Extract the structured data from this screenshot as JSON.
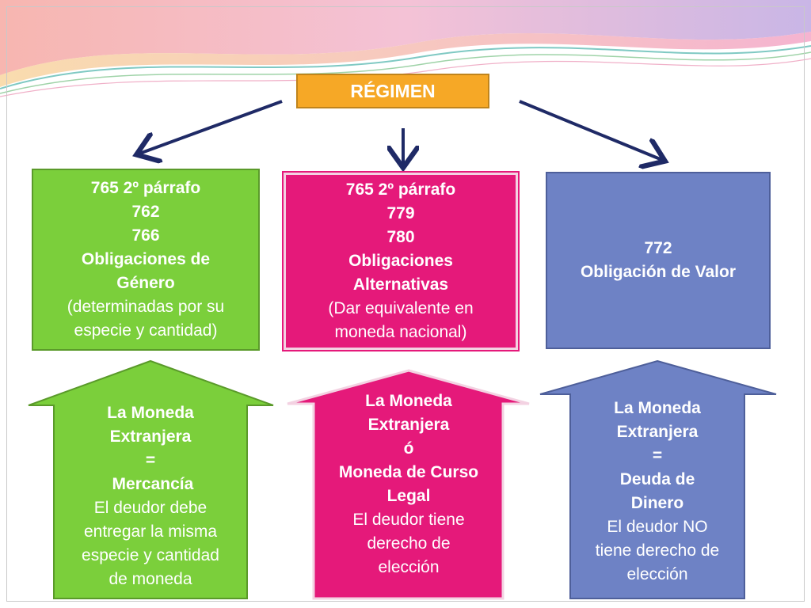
{
  "title": "RÉGIMEN",
  "boxes": [
    {
      "lines": [
        "765 2º párrafo",
        "762",
        "766",
        "Obligaciones de",
        "Género"
      ],
      "extra": [
        "(determinadas por su",
        "especie y cantidad)"
      ]
    },
    {
      "lines": [
        "765 2º párrafo",
        "779",
        "780",
        "Obligaciones",
        "Alternativas"
      ],
      "extra": [
        "(Dar equivalente en",
        "moneda nacional)"
      ]
    },
    {
      "lines": [
        "772",
        "Obligación de Valor"
      ],
      "extra": []
    }
  ],
  "up_arrows": [
    {
      "lines": [
        "La Moneda",
        "Extranjera",
        "=",
        " Mercancía"
      ],
      "extra": [
        "El deudor debe",
        "entregar la misma",
        "especie y cantidad",
        "de moneda"
      ]
    },
    {
      "lines": [
        "La Moneda",
        "Extranjera",
        "ó",
        "Moneda de Curso",
        "Legal"
      ],
      "extra": [
        "El deudor tiene",
        "derecho de",
        "elección"
      ]
    },
    {
      "lines": [
        "La Moneda",
        "Extranjera",
        "=",
        "Deuda de",
        "Dinero"
      ],
      "extra": [
        "El deudor NO",
        "tiene derecho de",
        "elección"
      ]
    }
  ],
  "colors": {
    "title": "#f6a826",
    "green": "#7bcf3b",
    "pink": "#e5197a",
    "blue": "#6e82c5",
    "arrow": "#1f2a66"
  }
}
